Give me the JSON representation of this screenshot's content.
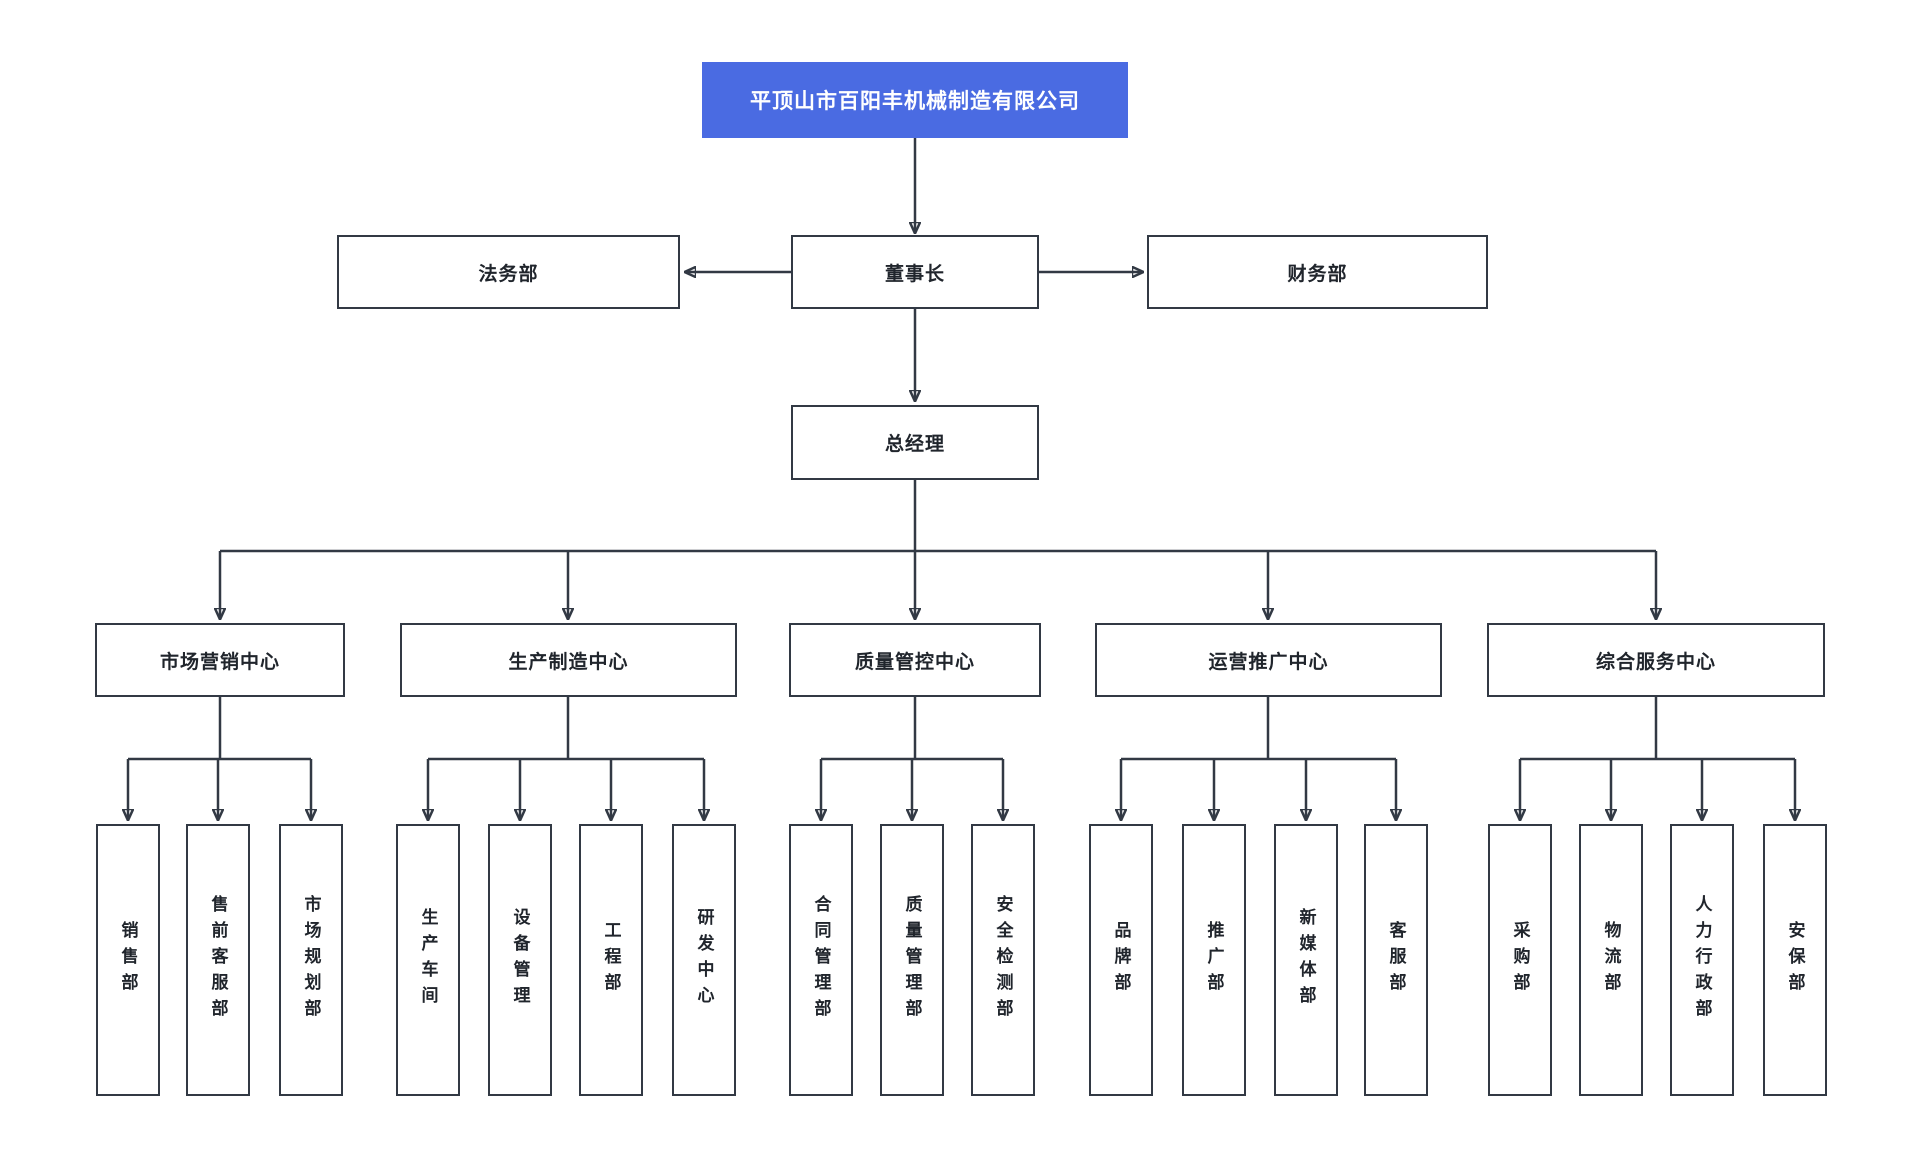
{
  "company": {
    "name": "平顶山市百阳丰机械制造有限公司"
  },
  "executives": {
    "chairman": "董事长",
    "general_manager": "总经理"
  },
  "staff_departments": {
    "legal": "法务部",
    "finance": "财务部"
  },
  "centers": [
    {
      "label": "市场营销中心",
      "departments": [
        "销售部",
        "售前客服部",
        "市场规划部"
      ]
    },
    {
      "label": "生产制造中心",
      "departments": [
        "生产车间",
        "设备管理",
        "工程部",
        "研发中心"
      ]
    },
    {
      "label": "质量管控中心",
      "departments": [
        "合同管理部",
        "质量管理部",
        "安全检测部"
      ]
    },
    {
      "label": "运营推广中心",
      "departments": [
        "品牌部",
        "推广部",
        "新媒体部",
        "客服部"
      ]
    },
    {
      "label": "综合服务中心",
      "departments": [
        "采购部",
        "物流部",
        "人力行政部",
        "安保部"
      ]
    }
  ],
  "colors": {
    "root_bg": "#4a6be2",
    "root_text": "#ffffff",
    "line": "#323944",
    "box_border": "#323944",
    "text": "#20252c",
    "background": "#ffffff"
  }
}
